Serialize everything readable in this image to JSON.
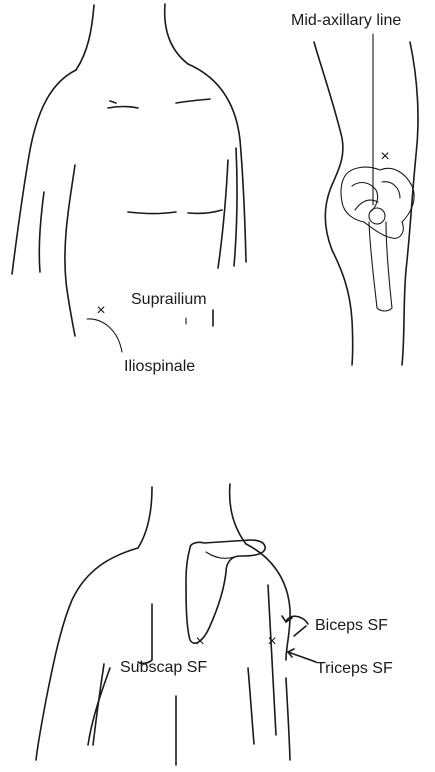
{
  "labels": {
    "mid_axillary": "Mid-axillary line",
    "suprailium": "Suprailium",
    "iliospinale": "Iliospinale",
    "biceps": "Biceps SF",
    "triceps": "Triceps SF",
    "subscap": "Subscap SF"
  },
  "marker": "×"
}
